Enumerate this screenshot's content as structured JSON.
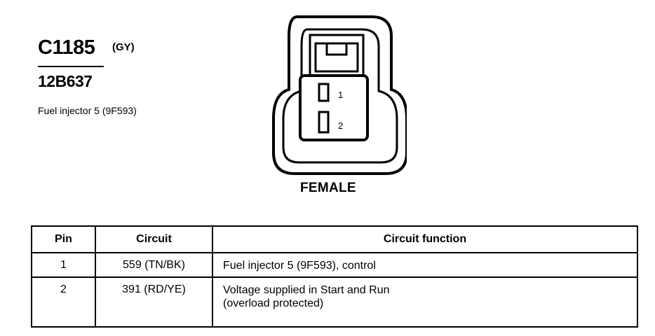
{
  "connector": {
    "code": "C1185",
    "color": "(GY)",
    "part_number": "12B637",
    "description": "Fuel injector 5 (9F593)",
    "gender": "FEMALE",
    "pins": [
      "1",
      "2"
    ]
  },
  "table": {
    "headers": [
      "Pin",
      "Circuit",
      "Circuit function"
    ],
    "rows": [
      {
        "pin": "1",
        "circuit": "559 (TN/BK)",
        "function": [
          "Fuel injector 5 (9F593), control"
        ]
      },
      {
        "pin": "2",
        "circuit": "391 (RD/YE)",
        "function": [
          "Voltage supplied in Start and Run",
          "(overload protected)"
        ]
      }
    ]
  }
}
